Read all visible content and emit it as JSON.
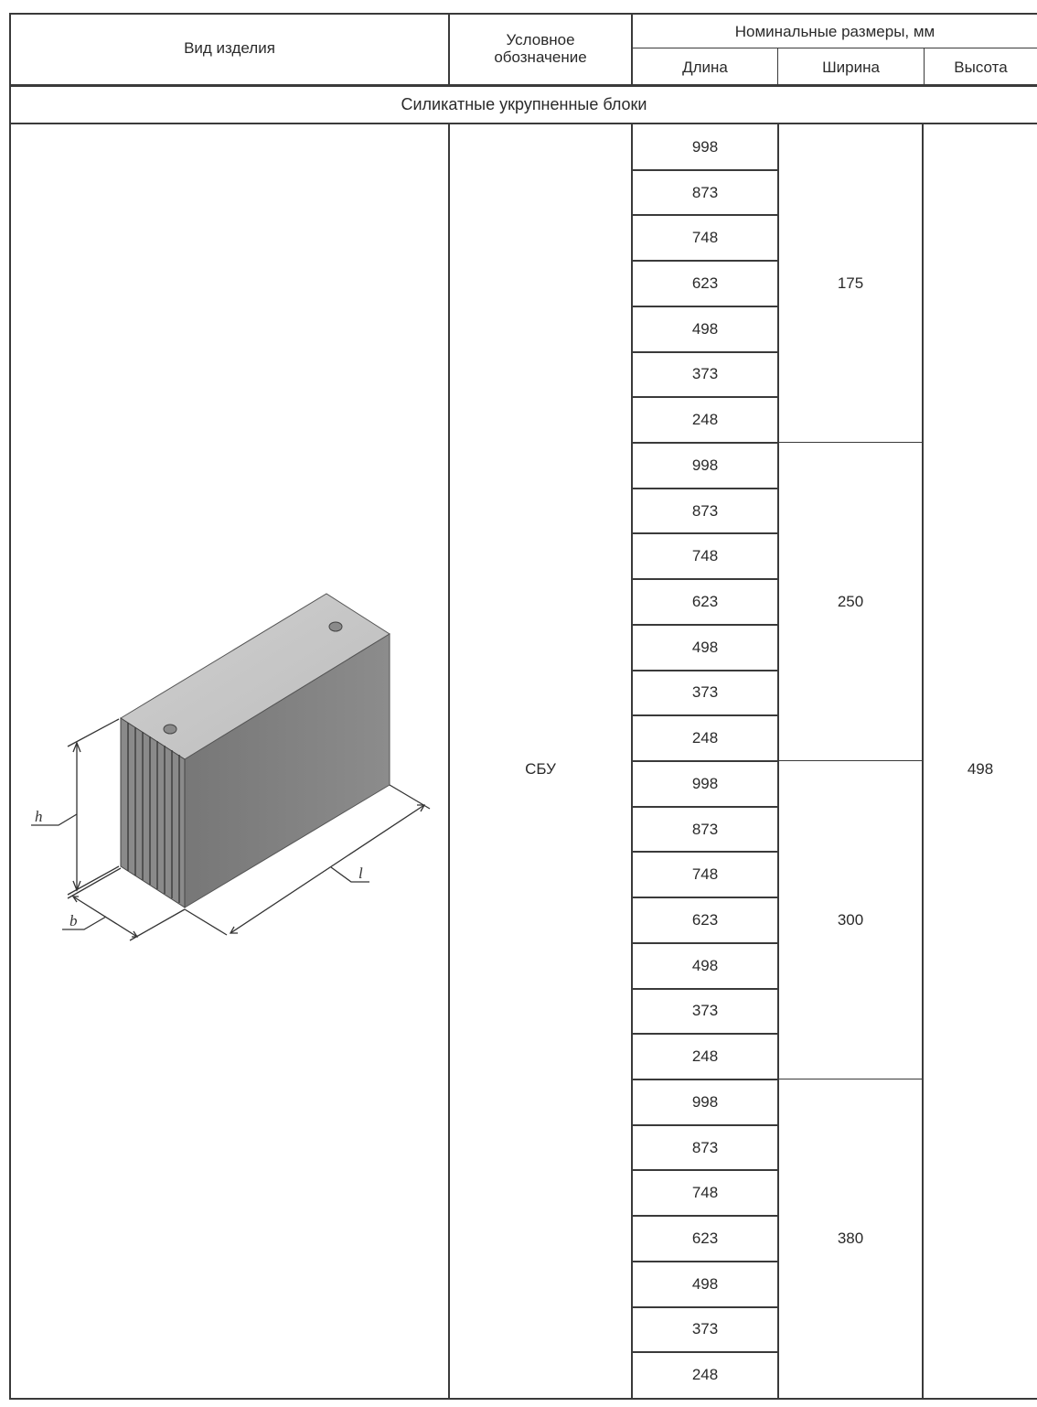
{
  "header": {
    "product_type": "Вид изделия",
    "designation_line1": "Условное",
    "designation_line2": "обозначение",
    "nominal_sizes": "Номинальные размеры, мм",
    "length": "Длина",
    "width": "Ширина",
    "height": "Высота"
  },
  "section_title": "Силикатные укрупненные блоки",
  "designation": "СБУ",
  "height_value": "498",
  "width_groups": [
    {
      "width": "175",
      "lengths": [
        "998",
        "873",
        "748",
        "623",
        "498",
        "373",
        "248"
      ]
    },
    {
      "width": "250",
      "lengths": [
        "998",
        "873",
        "748",
        "623",
        "498",
        "373",
        "248"
      ]
    },
    {
      "width": "300",
      "lengths": [
        "998",
        "873",
        "748",
        "623",
        "498",
        "373",
        "248"
      ]
    },
    {
      "width": "380",
      "lengths": [
        "998",
        "873",
        "748",
        "623",
        "498",
        "373",
        "248"
      ]
    }
  ],
  "drawing_labels": {
    "h": "h",
    "b": "b",
    "l": "l"
  }
}
